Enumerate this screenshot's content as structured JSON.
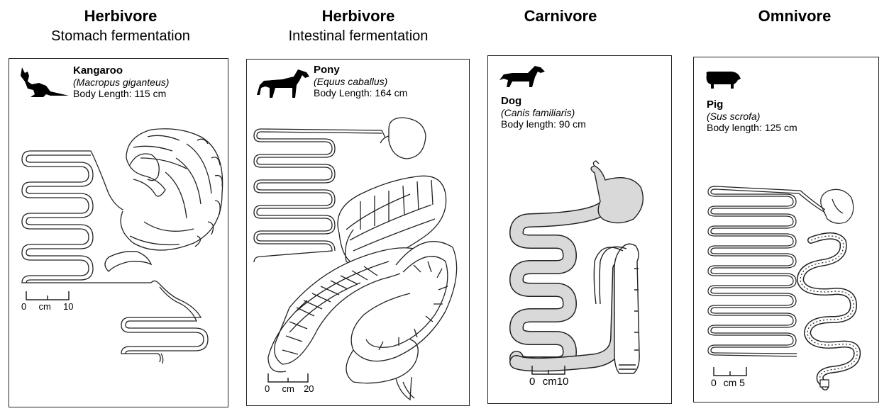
{
  "headers": [
    {
      "title": "Herbivore",
      "subtitle": "Stomach fermentation"
    },
    {
      "title": "Herbivore",
      "subtitle": "Intestinal fermentation"
    },
    {
      "title": "Carnivore",
      "subtitle": ""
    },
    {
      "title": "Omnivore",
      "subtitle": ""
    }
  ],
  "panels": [
    {
      "animal": "Kangaroo",
      "scientific": "(Macropus giganteus)",
      "body_length": "Body Length: 115 cm",
      "scale": {
        "start": "0",
        "unit": "cm",
        "end": "10"
      },
      "icon": "kangaroo-icon"
    },
    {
      "animal": "Pony",
      "scientific": "(Equus caballus)",
      "body_length": "Body Length: 164 cm",
      "scale": {
        "start": "0",
        "unit": "cm",
        "end": "20"
      },
      "icon": "horse-icon"
    },
    {
      "animal": "Dog",
      "scientific": "(Canis familiaris)",
      "body_length": "Body length: 90 cm",
      "scale": {
        "start": "0",
        "unit": "cm",
        "end": "10"
      },
      "icon": "dog-icon"
    },
    {
      "animal": "Pig",
      "scientific": "(Sus scrofa)",
      "body_length": "Body length: 125 cm",
      "scale": {
        "start": "0",
        "unit": "cm",
        "end": "5"
      },
      "icon": "pig-icon"
    }
  ],
  "colors": {
    "dog_gut_fill": "#d9d9d9",
    "outline": "#222222"
  }
}
